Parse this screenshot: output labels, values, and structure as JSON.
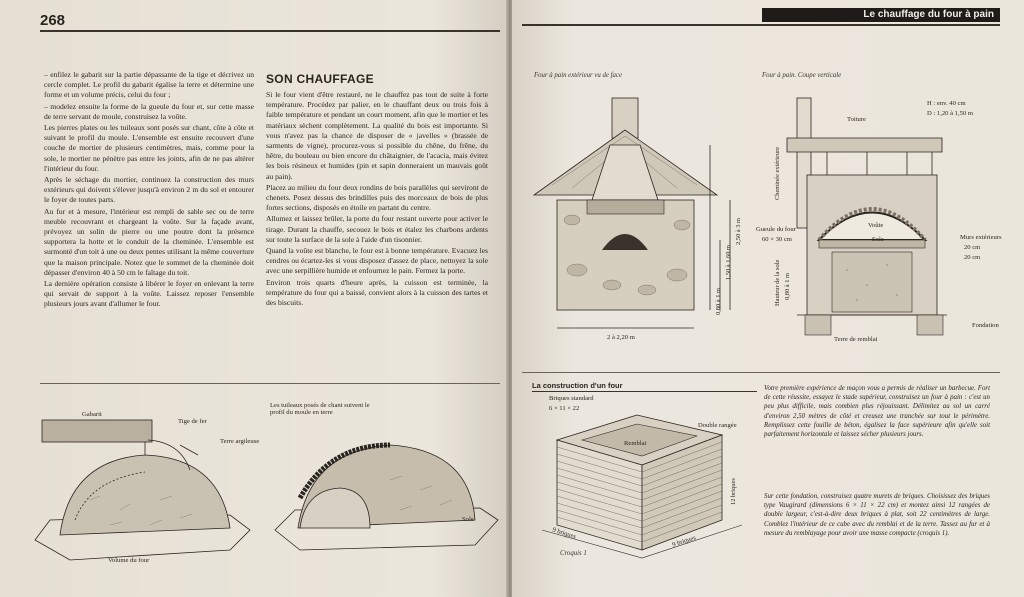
{
  "left_page": {
    "page_number": "268",
    "col1": [
      "– enfilez le gabarit sur la partie dépassante de la tige et décrivez un cercle complet. Le profil du gabarit égalise la terre et détermine une forme et un volume précis, celui du four ;",
      "– modelez ensuite la forme de la gueule du four et, sur cette masse de terre servant de moule, construisez la voûte.",
      "Les pierres plates ou les tuileaux sont posés sur chant, côte à côte et suivant le profil du moule. L'ensemble est ensuite recouvert d'une couche de mortier de plusieurs centimètres, mais, comme pour la sole, le mortier ne pénètre pas entre les joints, afin de ne pas altérer l'intérieur du four.",
      "Après le séchage du mortier, continuez la construction des murs extérieurs qui doivent s'élever jusqu'à environ 2 m du sol et entourer le foyer de toutes parts.",
      "Au fur et à mesure, l'intérieur est rempli de sable sec ou de terre meuble recouvrant et chargeant la voûte. Sur la façade avant, prévoyez un solin de pierre ou une poutre dont la présence supportera la hotte et le conduit de la cheminée. L'ensemble est surmonté d'un toit à une ou deux pentes utilisant la même couverture que la maison principale. Notez que le sommet de la cheminée doit dépasser d'environ 40 à 50 cm le faîtage du toit.",
      "La dernière opération consiste à libérer le foyer en enlevant la terre qui servait de support à la voûte. Laissez reposer l'ensemble plusieurs jours avant d'allumer le four."
    ],
    "heading": "SON CHAUFFAGE",
    "col2": [
      "Si le four vient d'être restauré, ne le chauffez pas tout de suite à forte température. Procédez par palier, en le chauffant deux ou trois fois à faible température et pendant un court moment, afin que le mortier et les matériaux sèchent complètement. La qualité du bois est importante. Si vous n'avez pas la chance de disposer de « javelles » (brassée de sarments de vigne), procurez-vous si possible du chêne, du frêne, du hêtre, du bouleau ou bien encore du châtaignier, de l'acacia, mais évitez les bois résineux et humides (pin et sapin donneraient un mauvais goût au pain).",
      "Placez au milieu du four deux rondins de bois parallèles qui serviront de chenets. Posez dessus des brindilles puis des morceaux de bois de plus fortes sections, disposés en étoile en partant du centre.",
      "Allumez et laissez brûler, la porte du four restant ouverte pour activer le tirage. Durant la chauffe, secouez le bois et étalez les charbons ardents sur toute la surface de la sole à l'aide d'un tisonnier.",
      "Quand la voûte est blanche, le four est à bonne température. Evacuez les cendres ou écartez-les si vous disposez d'assez de place, nettoyez la sole avec une serpillière humide et enfournez le pain. Fermez la porte.",
      "Environ trois quarts d'heure après, la cuisson est terminée, la température du four qui a baissé, convient alors à la cuisson des tartes et des biscuits."
    ],
    "fig_left": {
      "gabarit": "Gabarit",
      "tige": "Tige de fer",
      "terre": "Terre argileuse",
      "volume": "Volume du four"
    },
    "fig_right": {
      "tuileaux": "Les tuileaux posés de chant suivent le profil du moule en terre",
      "sole": "Sole"
    }
  },
  "right_page": {
    "running_head": "Le chauffage du four à pain",
    "fig1_caption": "Four à pain extérieur vu de face",
    "fig1_dims": {
      "width": "2 à 2,20 m",
      "h1": "0,80 à 1 m",
      "h2": "1,50 à 1,60 m",
      "h3": "2,50 à 3 m"
    },
    "fig2_caption": "Four à pain. Coupe verticale",
    "fig2_dims": {
      "h": "H : env. 40 cm",
      "d": "D : 1,20 à 1,50 m"
    },
    "fig2_labels": {
      "toiture": "Toiture",
      "cheminee": "Cheminée extérieure",
      "gueule": "Gueule du four",
      "gueule_dim": "60 × 30 cm",
      "voute": "Voûte",
      "sole": "Sole",
      "murs": "Murs extérieurs",
      "murs_dim": "20 cm",
      "hauteur": "Hauteur de la sole",
      "hauteur_dim": "0,80 à 1 m",
      "terre": "Terre de remblai",
      "fondation": "Fondation"
    },
    "box_title": "La construction d'un four",
    "fig3_labels": {
      "briques": "Briques standard",
      "briques_dim": "6 × 11 × 22",
      "double": "Double rangée",
      "remblai": "Remblai",
      "douze": "12 briques",
      "neuf_a": "9 briques",
      "neuf_b": "9 briques",
      "croquis": "Croquis 1"
    },
    "text_a": "Votre première expérience de maçon vous a permis de réaliser un barbecue. Fort de cette réussite, essayez le stade supérieur, construisez un four à pain : c'est un peu plus difficile, mais combien plus réjouissant. Délimitez au sol un carré d'environ 2,50 mètres de côté et creusez une tranchée sur tout le périmètre. Remplissez cette fouille de béton, égalisez la face supérieure afin qu'elle soit parfaitement horizontale et laissez sécher plusieurs jours.",
    "text_b": "Sur cette fondation, construisez quatre murets de briques. Choisissez des briques type Vaugirard (dimensions 6 × 11 × 22 cm) et montez ainsi 12 rangées de double largeur, c'est-à-dire deux briques à plat, soit 22 centimètres de large. Comblez l'intérieur de ce cube avec du remblai et de la terre. Tassez au fur et à mesure du remblayage pour avoir une masse compacte (croquis 1)."
  }
}
